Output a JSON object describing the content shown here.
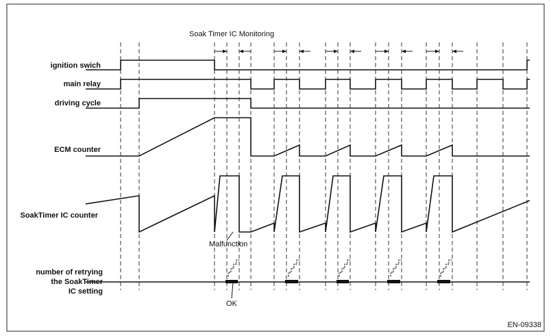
{
  "title": "Soak Timer IC Monitoring",
  "signals": {
    "ignition": "ignition swich",
    "main_relay": "main relay",
    "driving_cycle": "driving cycle",
    "ecm_counter": "ECM counter",
    "soak_counter": "SoakTimer IC counter",
    "retry_line1": "number of retrying",
    "retry_line2": "the SoakTimer",
    "retry_line3": "IC setting"
  },
  "annotations": {
    "malfunction": "Malfunction",
    "ok": "OK"
  },
  "figure_id": "EN-09338"
}
